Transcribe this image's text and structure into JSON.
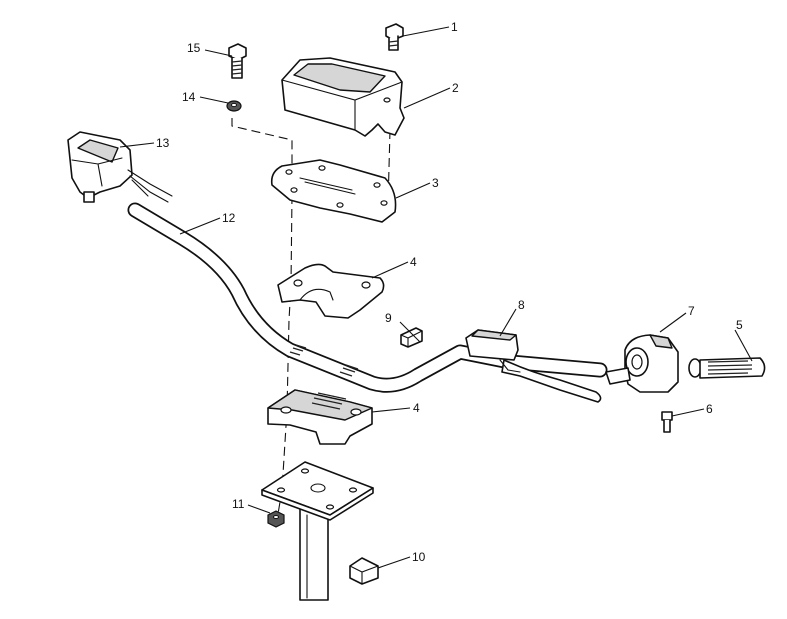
{
  "callouts": [
    {
      "id": "1",
      "label": "1"
    },
    {
      "id": "2",
      "label": "2"
    },
    {
      "id": "3",
      "label": "3"
    },
    {
      "id": "4a",
      "label": "4"
    },
    {
      "id": "4b",
      "label": "4"
    },
    {
      "id": "5",
      "label": "5"
    },
    {
      "id": "6",
      "label": "6"
    },
    {
      "id": "7",
      "label": "7"
    },
    {
      "id": "8",
      "label": "8"
    },
    {
      "id": "9",
      "label": "9"
    },
    {
      "id": "10",
      "label": "10"
    },
    {
      "id": "11",
      "label": "11"
    },
    {
      "id": "12",
      "label": "12"
    },
    {
      "id": "13",
      "label": "13"
    },
    {
      "id": "14",
      "label": "14"
    },
    {
      "id": "15",
      "label": "15"
    }
  ]
}
